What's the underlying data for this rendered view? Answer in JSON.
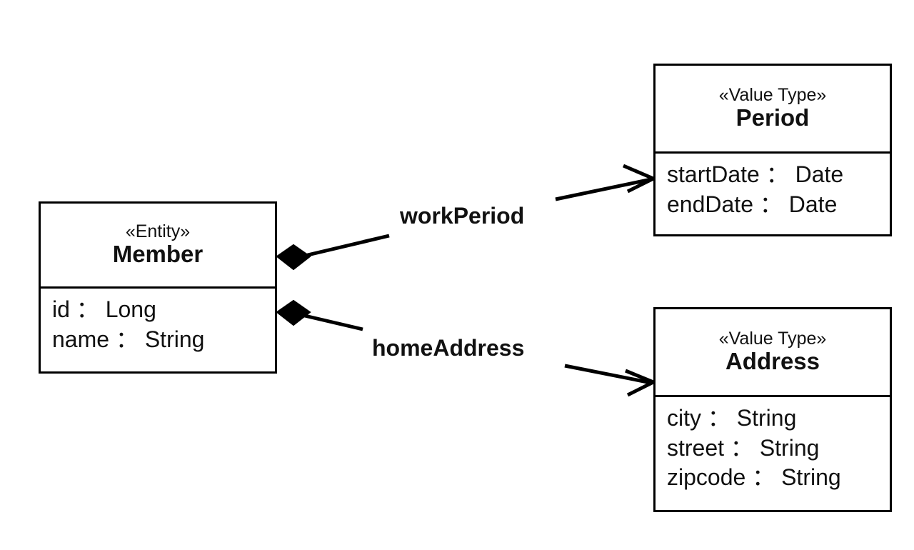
{
  "diagram": {
    "type": "uml-class-diagram",
    "background_color": "#ffffff",
    "line_color": "#000000",
    "text_color": "#111111",
    "classes": [
      {
        "id": "member",
        "stereotype": "«Entity»",
        "name": "Member",
        "attributes": [
          "id ： Long",
          "name ： String"
        ]
      },
      {
        "id": "period",
        "stereotype": "«Value Type»",
        "name": "Period",
        "attributes": [
          "startDate ： Date",
          "endDate ： Date"
        ]
      },
      {
        "id": "address",
        "stereotype": "«Value Type»",
        "name": "Address",
        "attributes": [
          "city ： String",
          "street ： String",
          "zipcode ： String"
        ]
      }
    ],
    "associations": [
      {
        "id": "work-period",
        "label": "workPeriod",
        "source": "Member",
        "target": "Period",
        "source_end": "filled-diamond",
        "target_end": "open-arrow",
        "kind": "composition"
      },
      {
        "id": "home-address",
        "label": "homeAddress",
        "source": "Member",
        "target": "Address",
        "source_end": "filled-diamond",
        "target_end": "open-arrow",
        "kind": "composition"
      }
    ]
  }
}
